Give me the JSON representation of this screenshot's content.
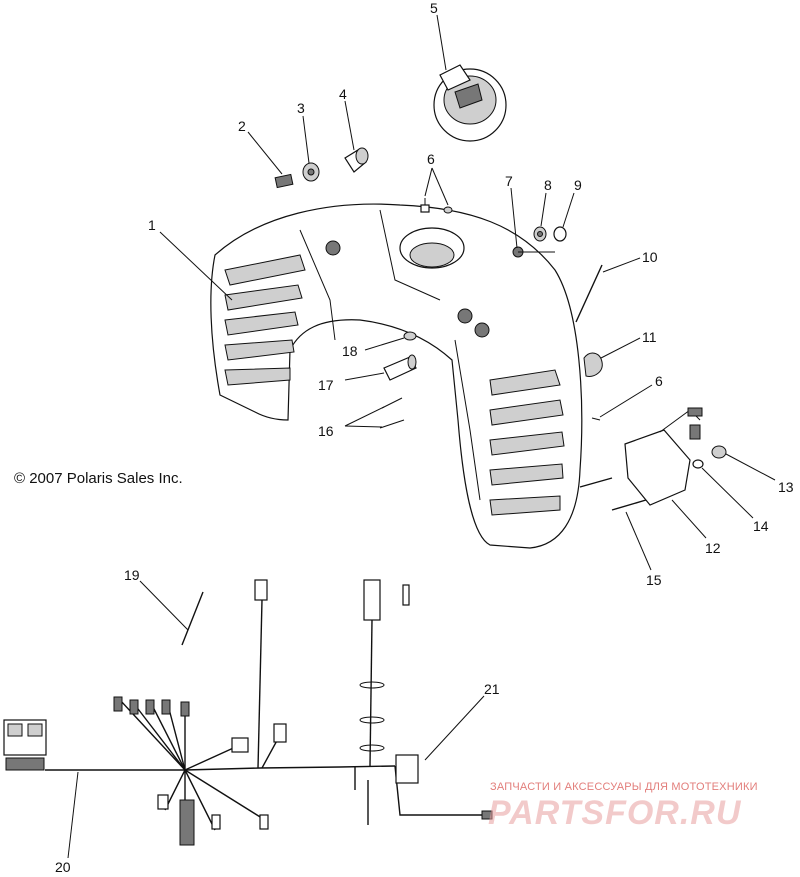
{
  "copyright": "© 2007 Polaris Sales Inc.",
  "callouts": [
    "1",
    "2",
    "3",
    "4",
    "5",
    "6",
    "7",
    "8",
    "9",
    "10",
    "11",
    "6",
    "12",
    "13",
    "14",
    "15",
    "16",
    "17",
    "18",
    "19",
    "20",
    "21"
  ],
  "watermark": {
    "tagline": "ЗАПЧАСТИ И АКСЕССУАРЫ ДЛЯ МОТОТЕХНИКИ",
    "logo": "PARTSFOR.RU"
  }
}
